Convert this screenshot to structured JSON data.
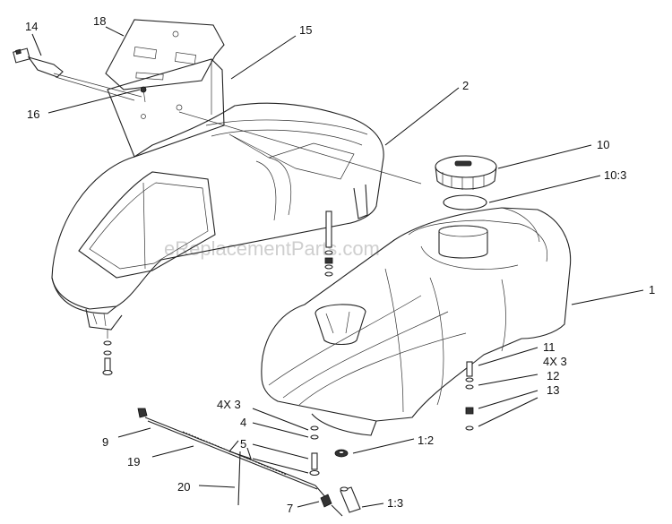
{
  "watermark": "eReplacementParts.com",
  "callouts": [
    {
      "id": "c14",
      "text": "14"
    },
    {
      "id": "c18",
      "text": "18"
    },
    {
      "id": "c15",
      "text": "15"
    },
    {
      "id": "c16",
      "text": "16"
    },
    {
      "id": "c2",
      "text": "2"
    },
    {
      "id": "c10",
      "text": "10"
    },
    {
      "id": "c10_3",
      "text": "10:3"
    },
    {
      "id": "c1",
      "text": "1"
    },
    {
      "id": "c11",
      "text": "11"
    },
    {
      "id": "c4x3r",
      "text": "4X 3"
    },
    {
      "id": "c12",
      "text": "12"
    },
    {
      "id": "c13",
      "text": "13"
    },
    {
      "id": "c4x3l",
      "text": "4X 3"
    },
    {
      "id": "c4",
      "text": "4"
    },
    {
      "id": "c5",
      "text": "5"
    },
    {
      "id": "c9",
      "text": "9"
    },
    {
      "id": "c19",
      "text": "19"
    },
    {
      "id": "c20",
      "text": "20"
    },
    {
      "id": "c7",
      "text": "7"
    },
    {
      "id": "c1_2",
      "text": "1:2"
    },
    {
      "id": "c1_3",
      "text": "1:3"
    }
  ]
}
